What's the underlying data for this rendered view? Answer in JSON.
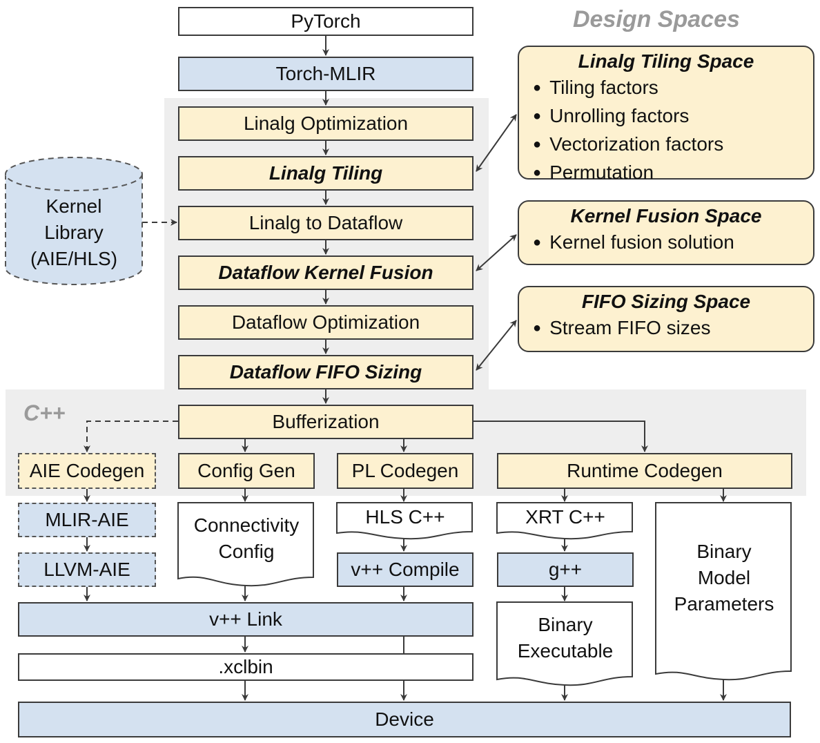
{
  "labels": {
    "design_spaces": "Design Spaces",
    "cpp": "C++"
  },
  "pipeline": {
    "pytorch": "PyTorch",
    "torch_mlir": "Torch-MLIR",
    "linalg_optimization": "Linalg Optimization",
    "linalg_tiling": "Linalg Tiling",
    "linalg_to_dataflow": "Linalg to Dataflow",
    "dataflow_kernel_fusion": "Dataflow Kernel Fusion",
    "dataflow_optimization": "Dataflow Optimization",
    "dataflow_fifo_sizing": "Dataflow FIFO Sizing",
    "bufferization": "Bufferization"
  },
  "kernel_library": {
    "line1": "Kernel",
    "line2": "Library",
    "line3": "(AIE/HLS)"
  },
  "codegen": {
    "aie_codegen": "AIE Codegen",
    "config_gen": "Config Gen",
    "pl_codegen": "PL Codegen",
    "runtime_codegen": "Runtime Codegen"
  },
  "backend": {
    "mlir_aie": "MLIR-AIE",
    "llvm_aie": "LLVM-AIE",
    "connectivity_line1": "Connectivity",
    "connectivity_line2": "Config",
    "hls_cpp": "HLS C++",
    "vpp_compile": "v++ Compile",
    "xrt_cpp": "XRT C++",
    "gpp": "g++",
    "binary_exec_line1": "Binary",
    "binary_exec_line2": "Executable",
    "binary_model_line1": "Binary",
    "binary_model_line2": "Model",
    "binary_model_line3": "Parameters",
    "vpp_link": "v++ Link",
    "xclbin": ".xclbin",
    "device": "Device"
  },
  "spaces": {
    "tiling": {
      "title": "Linalg Tiling Space",
      "items": [
        "Tiling factors",
        "Unrolling factors",
        "Vectorization factors",
        "Permutation"
      ]
    },
    "fusion": {
      "title": "Kernel Fusion Space",
      "items": [
        "Kernel fusion solution"
      ]
    },
    "fifo": {
      "title": "FIFO Sizing Space",
      "items": [
        "Stream FIFO sizes"
      ]
    }
  },
  "colors": {
    "blue_fill": "#d4e1f0",
    "yellow_fill": "#fdf1d0",
    "band_gray": "#eeeeee",
    "label_gray": "#9a9a9a"
  }
}
